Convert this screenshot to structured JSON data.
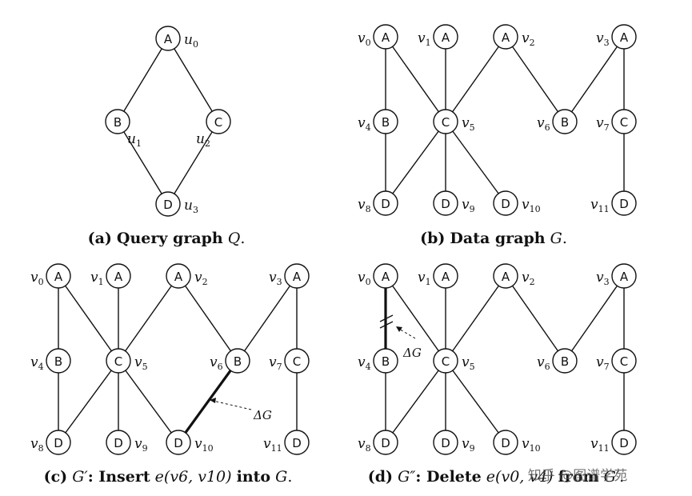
{
  "panels": [
    {
      "id": "a",
      "caption": {
        "tag": "(a)",
        "text": "Query graph",
        "sym": "Q",
        "end": "."
      },
      "nodes": [
        {
          "label": "A",
          "name": "u",
          "sub": "0"
        },
        {
          "label": "B",
          "name": "u",
          "sub": "1"
        },
        {
          "label": "C",
          "name": "u",
          "sub": "2"
        },
        {
          "label": "D",
          "name": "u",
          "sub": "3"
        }
      ]
    },
    {
      "id": "b",
      "caption": {
        "tag": "(b)",
        "text": "Data graph",
        "sym": "G",
        "end": "."
      },
      "nodes": [
        {
          "label": "A",
          "name": "v",
          "sub": "0"
        },
        {
          "label": "A",
          "name": "v",
          "sub": "1"
        },
        {
          "label": "A",
          "name": "v",
          "sub": "2"
        },
        {
          "label": "A",
          "name": "v",
          "sub": "3"
        },
        {
          "label": "B",
          "name": "v",
          "sub": "4"
        },
        {
          "label": "C",
          "name": "v",
          "sub": "5"
        },
        {
          "label": "B",
          "name": "v",
          "sub": "6"
        },
        {
          "label": "C",
          "name": "v",
          "sub": "7"
        },
        {
          "label": "D",
          "name": "v",
          "sub": "8"
        },
        {
          "label": "D",
          "name": "v",
          "sub": "9"
        },
        {
          "label": "D",
          "name": "v",
          "sub": "10"
        },
        {
          "label": "D",
          "name": "v",
          "sub": "11"
        }
      ]
    },
    {
      "id": "c",
      "caption": {
        "tag": "(c)",
        "sym": "G′",
        "text": ": Insert",
        "func": "e",
        "args": "(v6, v10)",
        "tail": "into",
        "sym2": "G",
        "end": "."
      },
      "delta": "ΔG"
    },
    {
      "id": "d",
      "caption": {
        "tag": "(d)",
        "sym": "G″",
        "text": ": Delete",
        "func": "e",
        "args": "(v0, v4)",
        "tail": "from",
        "sym2": "G′",
        "end": "."
      },
      "delta": "ΔG"
    }
  ],
  "watermark": "知乎 @图谱学苑"
}
